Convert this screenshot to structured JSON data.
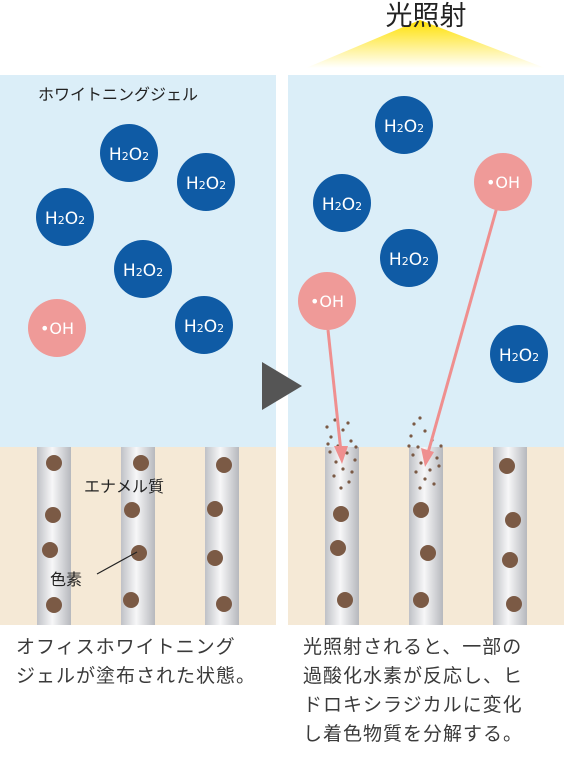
{
  "labels": {
    "light": "光照射",
    "gel": "ホワイトニングジェル",
    "enamel": "エナメル質",
    "pigment": "色素"
  },
  "molecules": {
    "h2o2": "H2O2",
    "h2o2_base": "H",
    "h2o2_sub1": "2",
    "h2o2_mid": "O",
    "h2o2_sub2": "2",
    "oh": "•OH"
  },
  "captions": {
    "left": "オフィスホワイトニング\nジェルが塗布された状態。",
    "right": "光照射されると、一部の\n過酸化水素が反応し、ヒ\nドロキシラジカルに変化\nし着色物質を分解する。"
  },
  "colors": {
    "gel_bg": "#dbeef8",
    "enamel_bg": "#f5e9d6",
    "h2o2": "#0f5ba5",
    "oh": "#ef9a98",
    "pigment": "#7b5a45",
    "arrow": "#ef8f8f",
    "light": "#ffe000"
  }
}
